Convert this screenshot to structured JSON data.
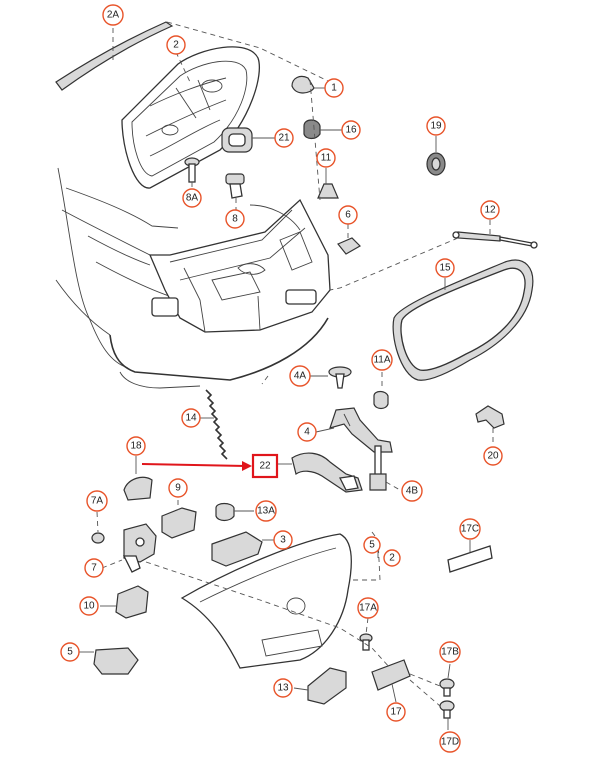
{
  "colors": {
    "callout_ring": "#e8542a",
    "highlight": "#e0151b",
    "line": "#333333"
  },
  "callouts": {
    "c2A": "2A",
    "c2": "2",
    "c1": "1",
    "c16": "16",
    "c21": "21",
    "c8A": "8A",
    "c8": "8",
    "c11": "11",
    "c6": "6",
    "c19": "19",
    "c12": "12",
    "c15": "15",
    "c11A": "11A",
    "c4A": "4A",
    "c4": "4",
    "c14": "14",
    "c20": "20",
    "c18": "18",
    "c22": "22",
    "c4B": "4B",
    "c9": "9",
    "c7A": "7A",
    "c13A": "13A",
    "c3": "3",
    "c17C": "17C",
    "c5b": "5",
    "c2b": "2",
    "c7": "7",
    "c10": "10",
    "c17A": "17A",
    "c5": "5",
    "c17B": "17B",
    "c13": "13",
    "c17": "17",
    "c17D": "17D"
  }
}
